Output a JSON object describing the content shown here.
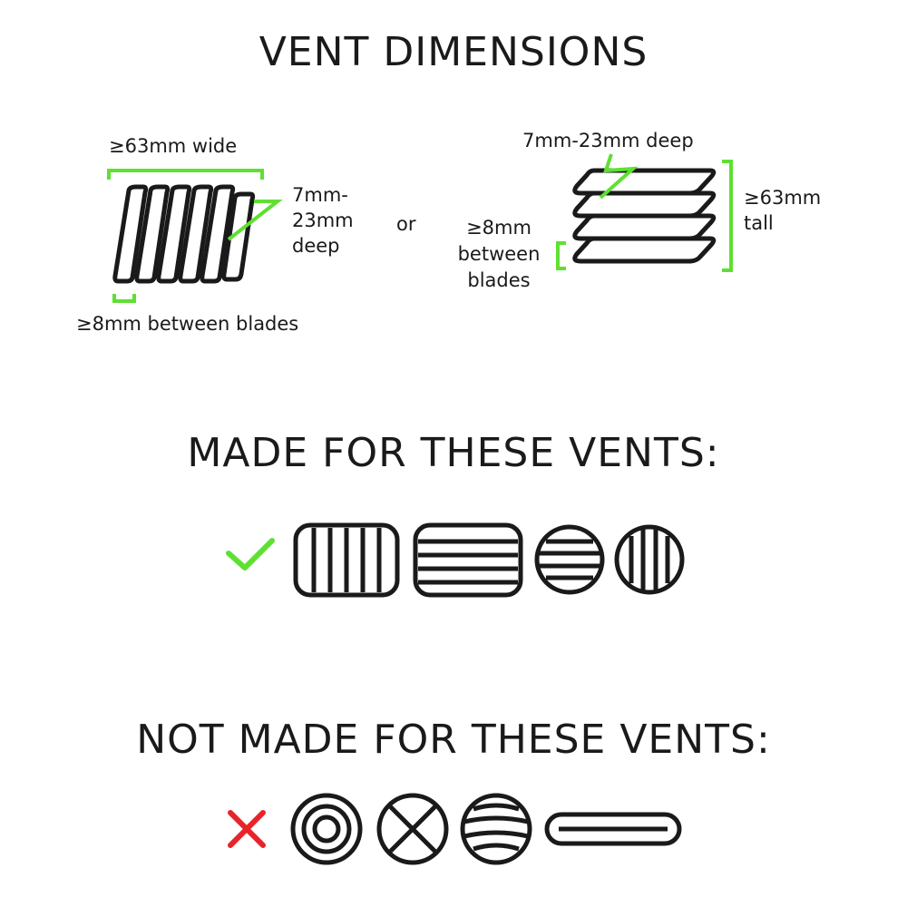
{
  "titles": {
    "dimensions": "VENT DIMENSIONS",
    "made_for": "MADE FOR THESE VENTS:",
    "not_made_for": "NOT MADE FOR THESE VENTS:"
  },
  "vertical_vent": {
    "width_label": "≥63mm wide",
    "depth_label_1": "7mm-",
    "depth_label_2": "23mm",
    "depth_label_3": "deep",
    "spacing_label": "≥8mm between blades"
  },
  "separator": "or",
  "horizontal_vent": {
    "depth_label": "7mm-23mm deep",
    "height_label_1": "≥63mm",
    "height_label_2": "tall",
    "spacing_label_1": "≥8mm",
    "spacing_label_2": "between",
    "spacing_label_3": "blades"
  },
  "colors": {
    "accent_green": "#5ee033",
    "reject_red": "#e8232a",
    "stroke": "#1a1a1a"
  },
  "compatible_icons": [
    "check-icon",
    "rect-vertical-vent-icon",
    "rect-horizontal-vent-icon",
    "round-horizontal-vent-icon",
    "round-vertical-vent-icon"
  ],
  "incompatible_icons": [
    "cross-icon",
    "concentric-vent-icon",
    "x-round-vent-icon",
    "curved-round-vent-icon",
    "single-slot-vent-icon"
  ]
}
